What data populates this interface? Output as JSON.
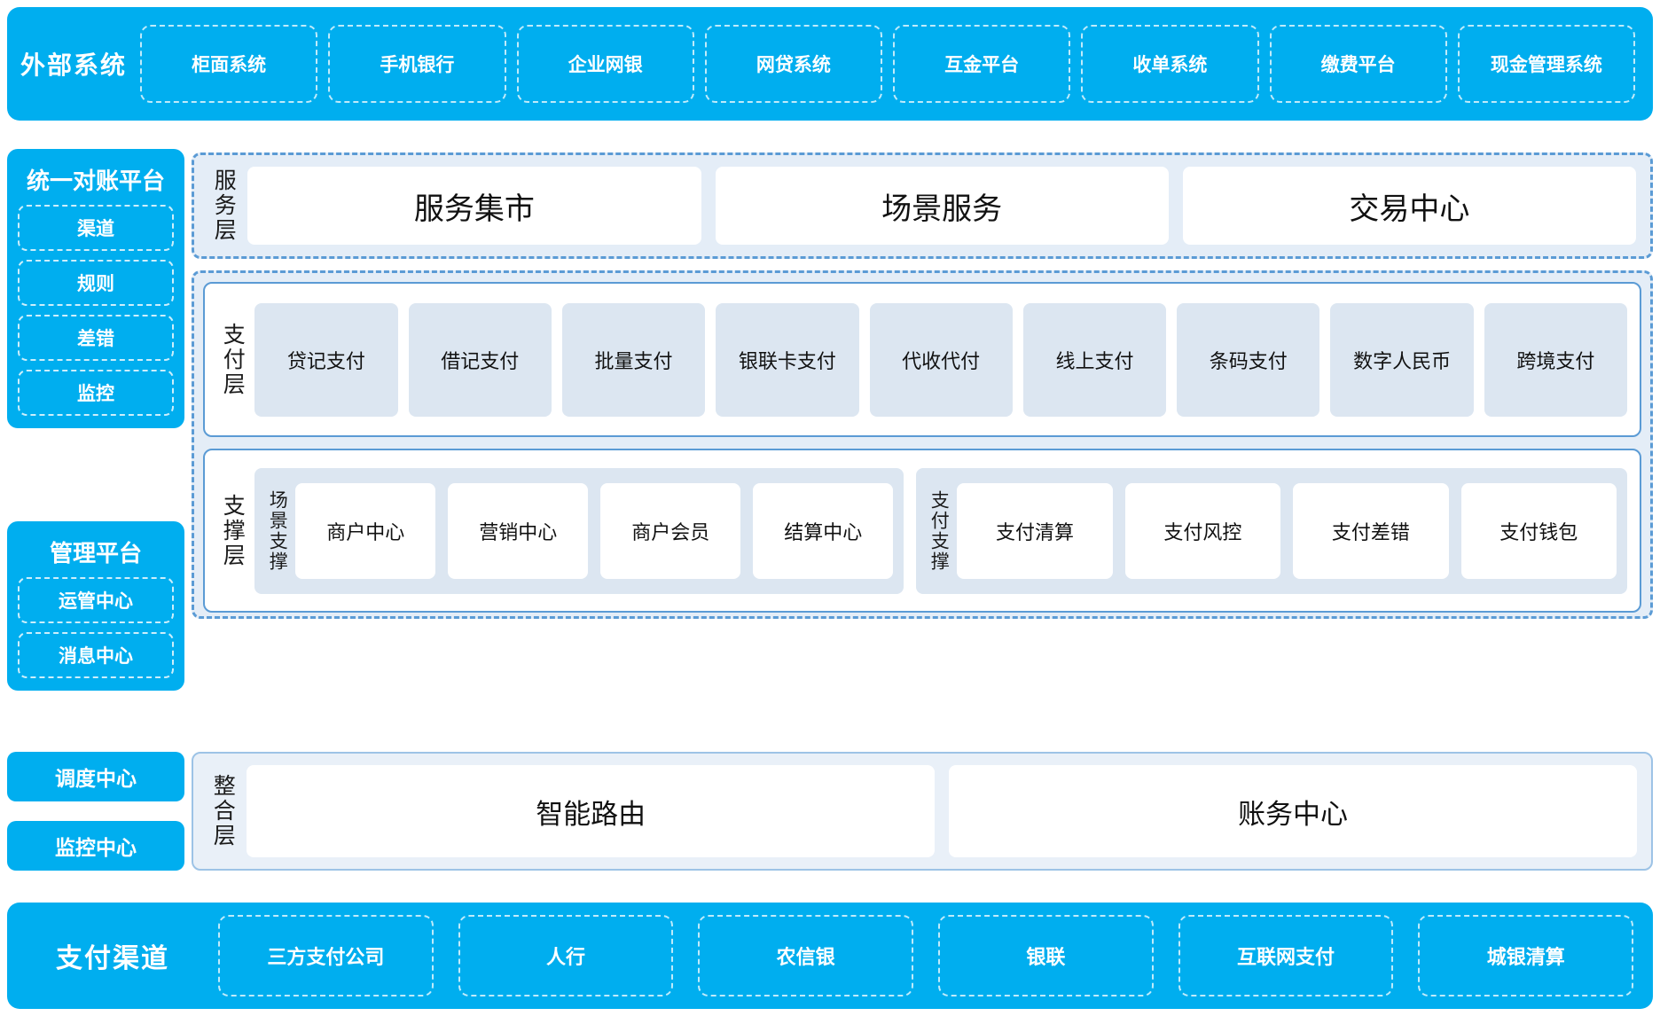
{
  "external": {
    "title": "外部系统",
    "items": [
      "柜面系统",
      "手机银行",
      "企业网银",
      "网贷系统",
      "互金平台",
      "收单系统",
      "缴费平台",
      "现金管理系统"
    ]
  },
  "sidebar": {
    "recon": {
      "title": "统一对账平台",
      "items": [
        "渠道",
        "规则",
        "差错",
        "监控"
      ]
    },
    "manage": {
      "title": "管理平台",
      "items": [
        "运管中心",
        "消息中心"
      ]
    },
    "standalone": [
      "调度中心",
      "监控中心"
    ]
  },
  "service_layer": {
    "label": "服务层",
    "items": [
      "服务集市",
      "场景服务",
      "交易中心"
    ]
  },
  "payment_layer": {
    "label": "支付层",
    "items": [
      "贷记支付",
      "借记支付",
      "批量支付",
      "银联卡支付",
      "代收代付",
      "线上支付",
      "条码支付",
      "数字人民币",
      "跨境支付"
    ]
  },
  "support_layer": {
    "label": "支撑层",
    "groups": [
      {
        "label": "场景支撑",
        "items": [
          "商户中心",
          "营销中心",
          "商户会员",
          "结算中心"
        ]
      },
      {
        "label": "支付支撑",
        "items": [
          "支付清算",
          "支付风控",
          "支付差错",
          "支付钱包"
        ]
      }
    ]
  },
  "integration_layer": {
    "label": "整合层",
    "items": [
      "智能路由",
      "账务中心"
    ]
  },
  "channels": {
    "title": "支付渠道",
    "items": [
      "三方支付公司",
      "人行",
      "农信银",
      "银联",
      "互联网支付",
      "城银清算"
    ]
  },
  "colors": {
    "brand_blue": "#00AEEF",
    "panel_bg": "#E4EDF7",
    "panel_border": "#5B9BD5",
    "card_blue": "#DCE6F1",
    "white": "#FFFFFF"
  }
}
